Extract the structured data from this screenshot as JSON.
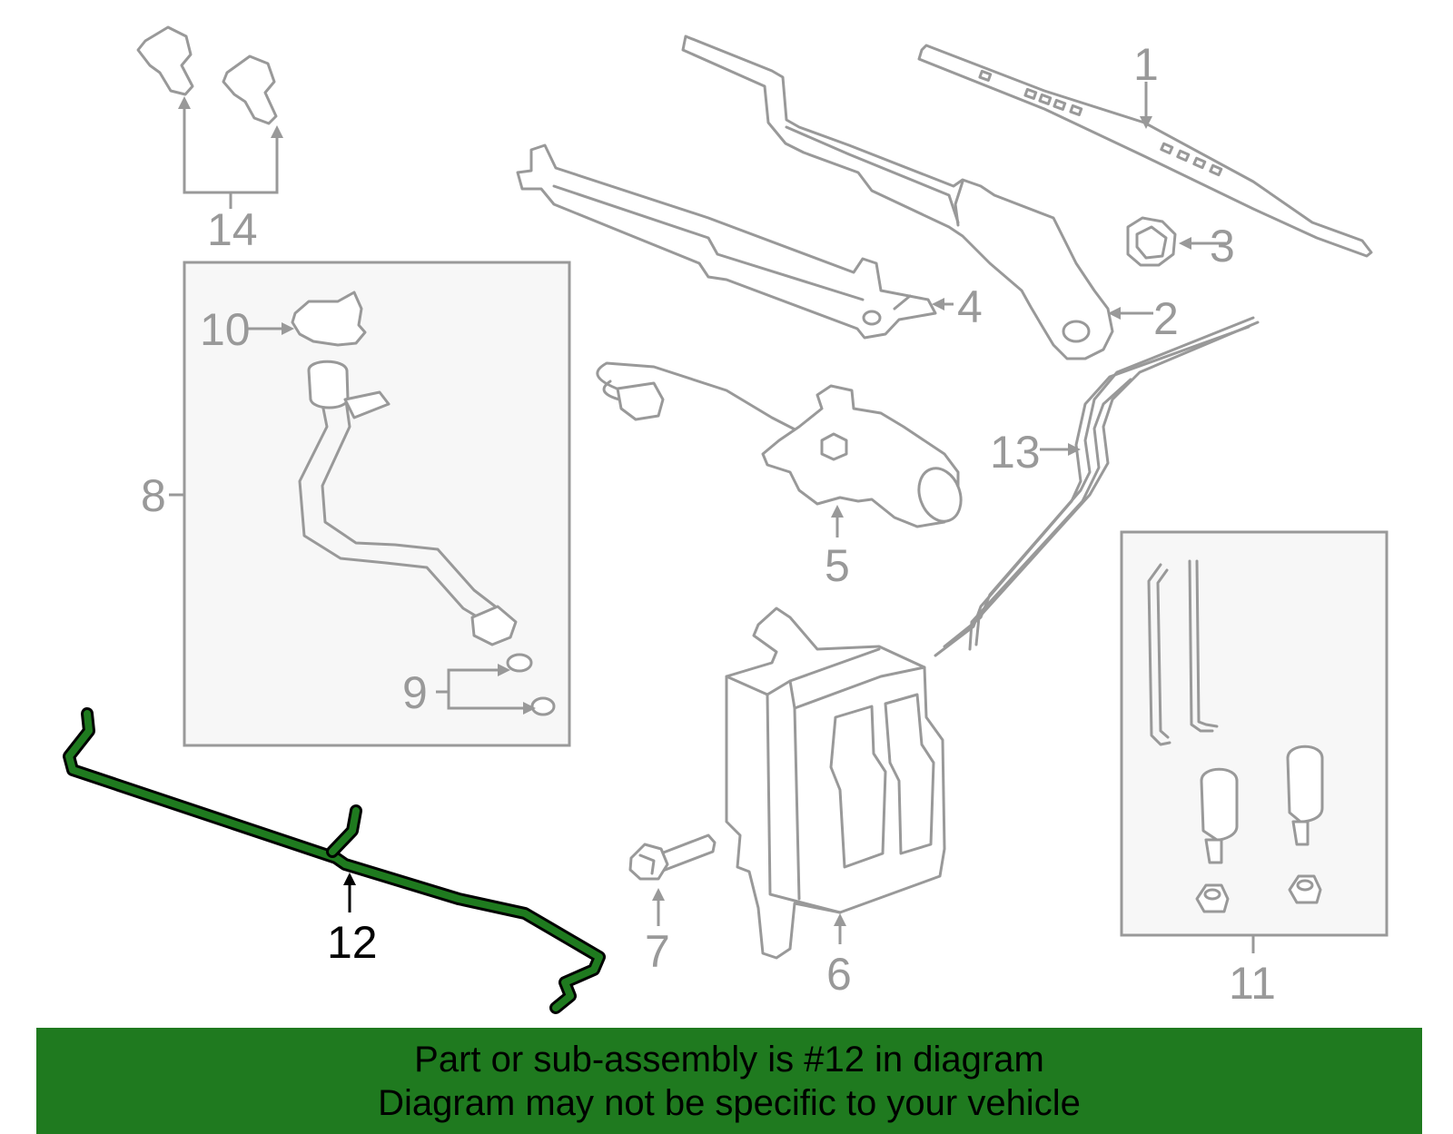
{
  "callouts": {
    "c1": "1",
    "c2": "2",
    "c3": "3",
    "c4": "4",
    "c5": "5",
    "c6": "6",
    "c7": "7",
    "c8": "8",
    "c9": "9",
    "c10": "10",
    "c11": "11",
    "c12": "12",
    "c13": "13",
    "c14": "14"
  },
  "highlight": {
    "part_number": "12",
    "color": "#1f7a1f"
  },
  "banner": {
    "line1": "Part or sub-assembly is #12 in diagram",
    "line2": "Diagram may not be specific to your vehicle",
    "background": "#1f7a1f"
  },
  "colors": {
    "line_gray": "#999999",
    "box_fill": "#f7f7f7"
  }
}
